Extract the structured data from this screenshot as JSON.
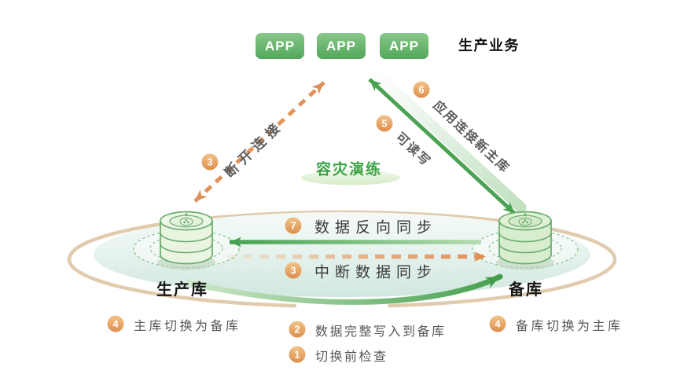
{
  "app_row": {
    "apps": [
      {
        "label": "APP"
      },
      {
        "label": "APP"
      },
      {
        "label": "APP"
      }
    ],
    "business_label": "生产业务"
  },
  "center_badge": {
    "label": "容灾演练"
  },
  "db_left": {
    "label": "生产库"
  },
  "db_right": {
    "label": "备库"
  },
  "steps": {
    "disconnect": {
      "num": "3",
      "label": "断开连接"
    },
    "app_connect": {
      "num": "6",
      "label": "应用连接新主库"
    },
    "read_write": {
      "num": "5",
      "label": "可读写"
    },
    "reverse_sync": {
      "num": "7",
      "label": "数据反向同步"
    },
    "interrupt_sync": {
      "num": "3",
      "label": "中断数据同步"
    },
    "primary_to_standby": {
      "num": "4",
      "label": "主库切换为备库"
    },
    "write_complete": {
      "num": "2",
      "label": "数据完整写入到备库"
    },
    "pre_check": {
      "num": "1",
      "label": "切换前检查"
    },
    "standby_to_primary": {
      "num": "4",
      "label": "备库切换为主库"
    }
  },
  "colors": {
    "app_green_top": "#87c888",
    "app_green_bottom": "#54a65b",
    "badge_orange_top": "#f2c388",
    "badge_orange_bottom": "#dd8e4b",
    "arrow_green": "#46a24e",
    "arrow_orange": "#df8f58",
    "platform_tan": "#e0cbae",
    "title_green": "#3aa344"
  }
}
